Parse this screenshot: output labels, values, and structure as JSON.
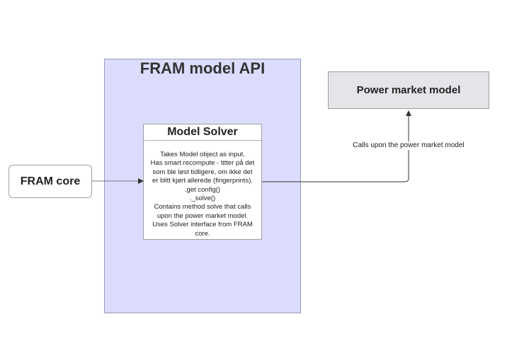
{
  "diagram": {
    "api_container": {
      "title": "FRAM model API"
    },
    "model_solver": {
      "title": "Model Solver",
      "description_lines": [
        "Takes Model object as input.",
        "Has smart recompute - titter på det",
        "som ble løst tidligere, om ikke det",
        "er blitt kjørt allerede (fingerprints).",
        ".get config()",
        "._solve()",
        "Contains method solve that calls",
        "upon the power market model.",
        "Uses Solver interface from FRAM",
        "core."
      ]
    },
    "fram_core": {
      "label": "FRAM core"
    },
    "power_market_model": {
      "label": "Power market model"
    },
    "connections": [
      {
        "from": "FRAM core",
        "to": "Model Solver",
        "label": ""
      },
      {
        "from": "Model Solver",
        "to": "Power market model",
        "label": "Calls upon the power market model"
      }
    ],
    "colors": {
      "api_container_fill": "#dcdcfd",
      "market_box_fill": "#e4e5e8",
      "node_fill": "#ffffff",
      "stroke": "#333333"
    }
  }
}
